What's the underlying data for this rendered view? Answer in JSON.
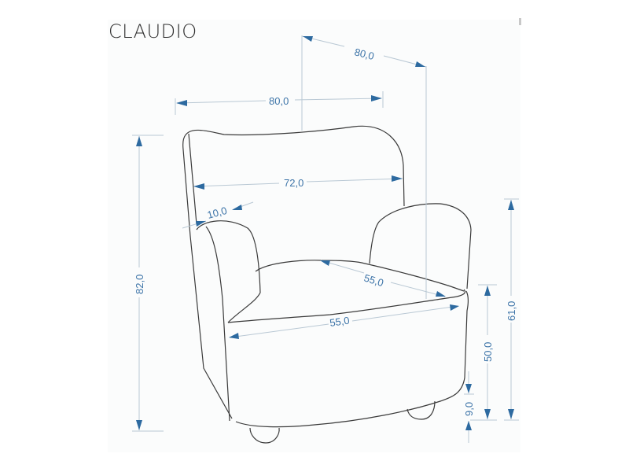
{
  "title": "CLAUDIO",
  "dimensions": {
    "depth_total": "80,0",
    "width_total": "80,0",
    "back_width": "72,0",
    "armrest_width": "10,0",
    "height_total": "82,0",
    "seat_depth": "55,0",
    "seat_width": "55,0",
    "armrest_height": "61,0",
    "seat_height": "50,0",
    "leg_height": "9,0"
  },
  "colors": {
    "dimension": "#3d74a8",
    "arrow": "#2d6aa0",
    "outline": "#3a3a3a"
  }
}
